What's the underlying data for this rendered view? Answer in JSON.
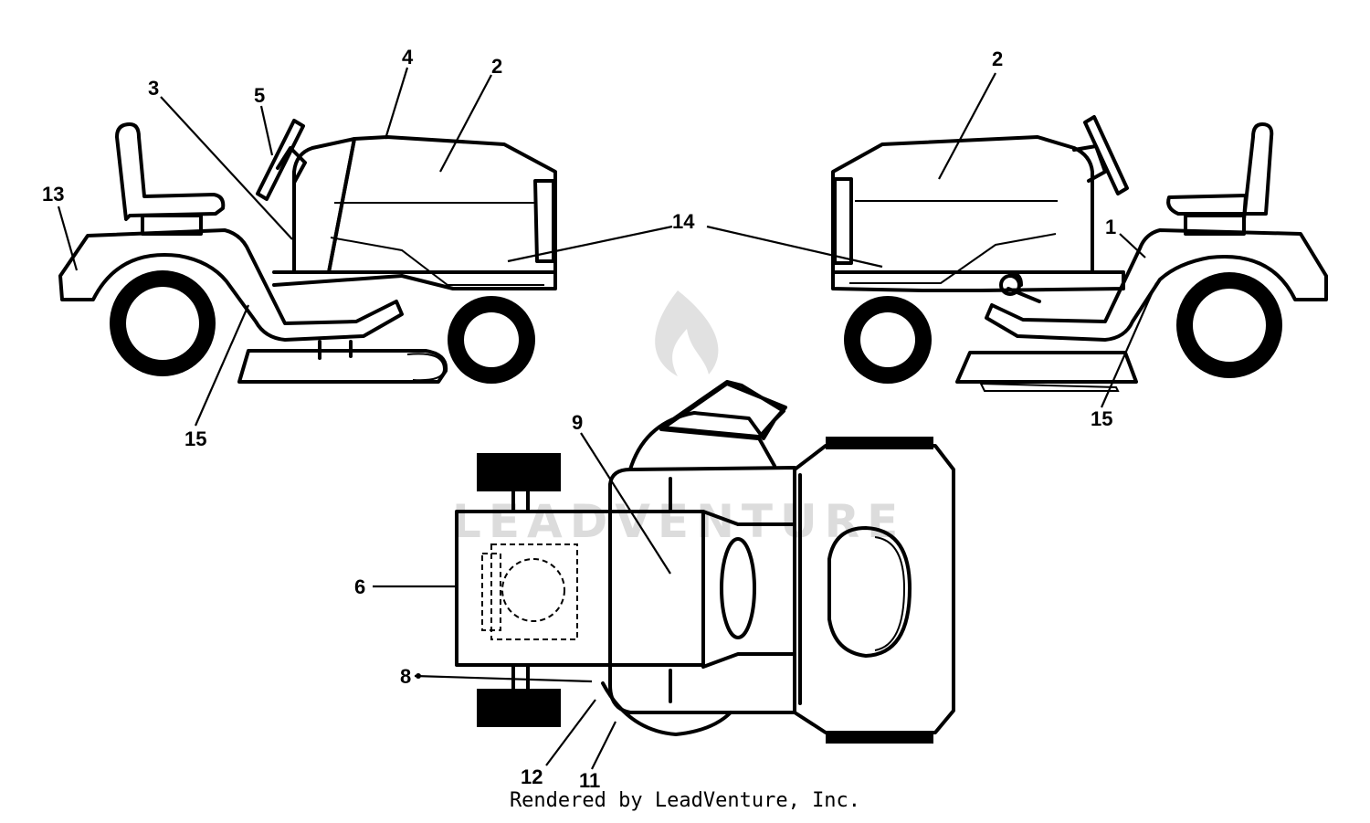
{
  "callouts": {
    "l1": "1",
    "l2a": "2",
    "l2b": "2",
    "l3": "3",
    "l4": "4",
    "l5": "5",
    "l6": "6",
    "l8": "8",
    "l9": "9",
    "l11": "11",
    "l12": "12",
    "l13": "13",
    "l14": "14",
    "l15a": "15",
    "l15b": "15"
  },
  "watermark": "LEADVENTURE",
  "footer": "Rendered by LeadVenture, Inc."
}
